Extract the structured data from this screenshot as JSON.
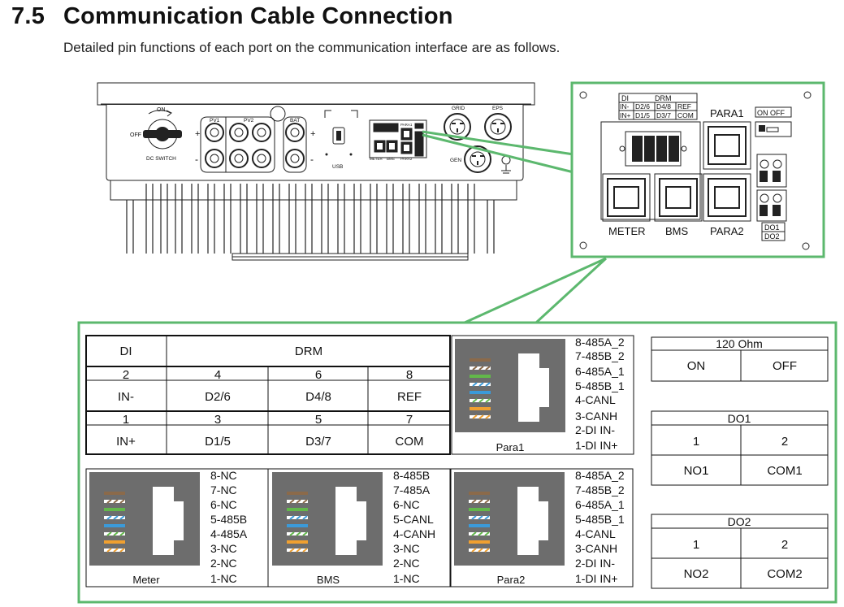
{
  "section": {
    "number": "7.5",
    "title": "Communication Cable Connection",
    "description": "Detailed pin functions of each port on the communication interface are as follows."
  },
  "inverter": {
    "on": "ON",
    "off": "OFF",
    "dc_switch": "DC SWITCH",
    "pv1": "PV1",
    "pv2": "PV2",
    "bat": "BAT",
    "plus": "+",
    "minus": "-",
    "usb": "USB",
    "grid": "GRID",
    "eps": "EPS",
    "gen": "GEN",
    "meter_small": "METER",
    "bms_small": "BMS",
    "para1_small": "PARA1",
    "para2_small": "PARA2"
  },
  "zoom": {
    "di": "DI",
    "drm": "DRM",
    "row1": [
      "IN-",
      "D2/6",
      "D4/8",
      "REF"
    ],
    "row2": [
      "IN+",
      "D1/5",
      "D3/7",
      "COM"
    ],
    "para1": "PARA1",
    "on_off": "ON OFF",
    "meter": "METER",
    "bms": "BMS",
    "para2": "PARA2",
    "do1": "DO1",
    "do2": "DO2"
  },
  "di_drm_table": {
    "di_header": "DI",
    "drm_header": "DRM",
    "top_pins": [
      "2",
      "4",
      "6",
      "8"
    ],
    "top_labels": [
      "IN-",
      "D2/6",
      "D4/8",
      "REF"
    ],
    "bottom_pins": [
      "1",
      "3",
      "5",
      "7"
    ],
    "bottom_labels": [
      "IN+",
      "D1/5",
      "D3/7",
      "COM"
    ]
  },
  "ports": {
    "para1": {
      "caption": "Para1",
      "pins": [
        "8-485A_2",
        "7-485B_2",
        "6-485A_1",
        "5-485B_1",
        "4-CANL",
        "3-CANH",
        "2-DI IN-",
        "1-DI IN+"
      ]
    },
    "meter": {
      "caption": "Meter",
      "pins": [
        "8-NC",
        "7-NC",
        "6-NC",
        "5-485B",
        "4-485A",
        "3-NC",
        "2-NC",
        "1-NC"
      ]
    },
    "bms": {
      "caption": "BMS",
      "pins": [
        "8-485B",
        "7-485A",
        "6-NC",
        "5-CANL",
        "4-CANH",
        "3-NC",
        "2-NC",
        "1-NC"
      ]
    },
    "para2": {
      "caption": "Para2",
      "pins": [
        "8-485A_2",
        "7-485B_2",
        "6-485A_1",
        "5-485B_1",
        "4-CANL",
        "3-CANH",
        "2-DI IN-",
        "1-DI IN+"
      ]
    }
  },
  "ohm_table": {
    "title": "120 Ohm",
    "on": "ON",
    "off": "OFF"
  },
  "do1_table": {
    "title": "DO1",
    "pins": [
      "1",
      "2"
    ],
    "labels": [
      "NO1",
      "COM1"
    ]
  },
  "do2_table": {
    "title": "DO2",
    "pins": [
      "1",
      "2"
    ],
    "labels": [
      "NO2",
      "COM2"
    ]
  },
  "colors": {
    "callout_green": "#5cb86e",
    "rj45_grey": "#6d6d6d",
    "wire_brown": "#8b6a4a",
    "wire_green": "#62b84a",
    "wire_blue": "#3b9ad9",
    "wire_orange": "#f0a030"
  }
}
